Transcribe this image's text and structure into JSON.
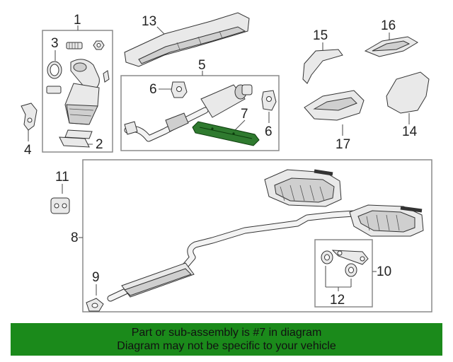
{
  "callouts": {
    "c1": "1",
    "c2": "2",
    "c3": "3",
    "c4": "4",
    "c5": "5",
    "c6a": "6",
    "c6b": "6",
    "c7": "7",
    "c8": "8",
    "c9": "9",
    "c10": "10",
    "c11": "11",
    "c12": "12",
    "c13": "13",
    "c14": "14",
    "c15": "15",
    "c16": "16",
    "c17": "17"
  },
  "colors": {
    "banner_bg": "#1b8a1b",
    "highlight_part": "#2f7a2f",
    "frame": "#8a8a8a"
  },
  "banner": {
    "line1": "Part or sub-assembly is #7 in diagram",
    "line2": "Diagram may not be specific to your vehicle"
  }
}
